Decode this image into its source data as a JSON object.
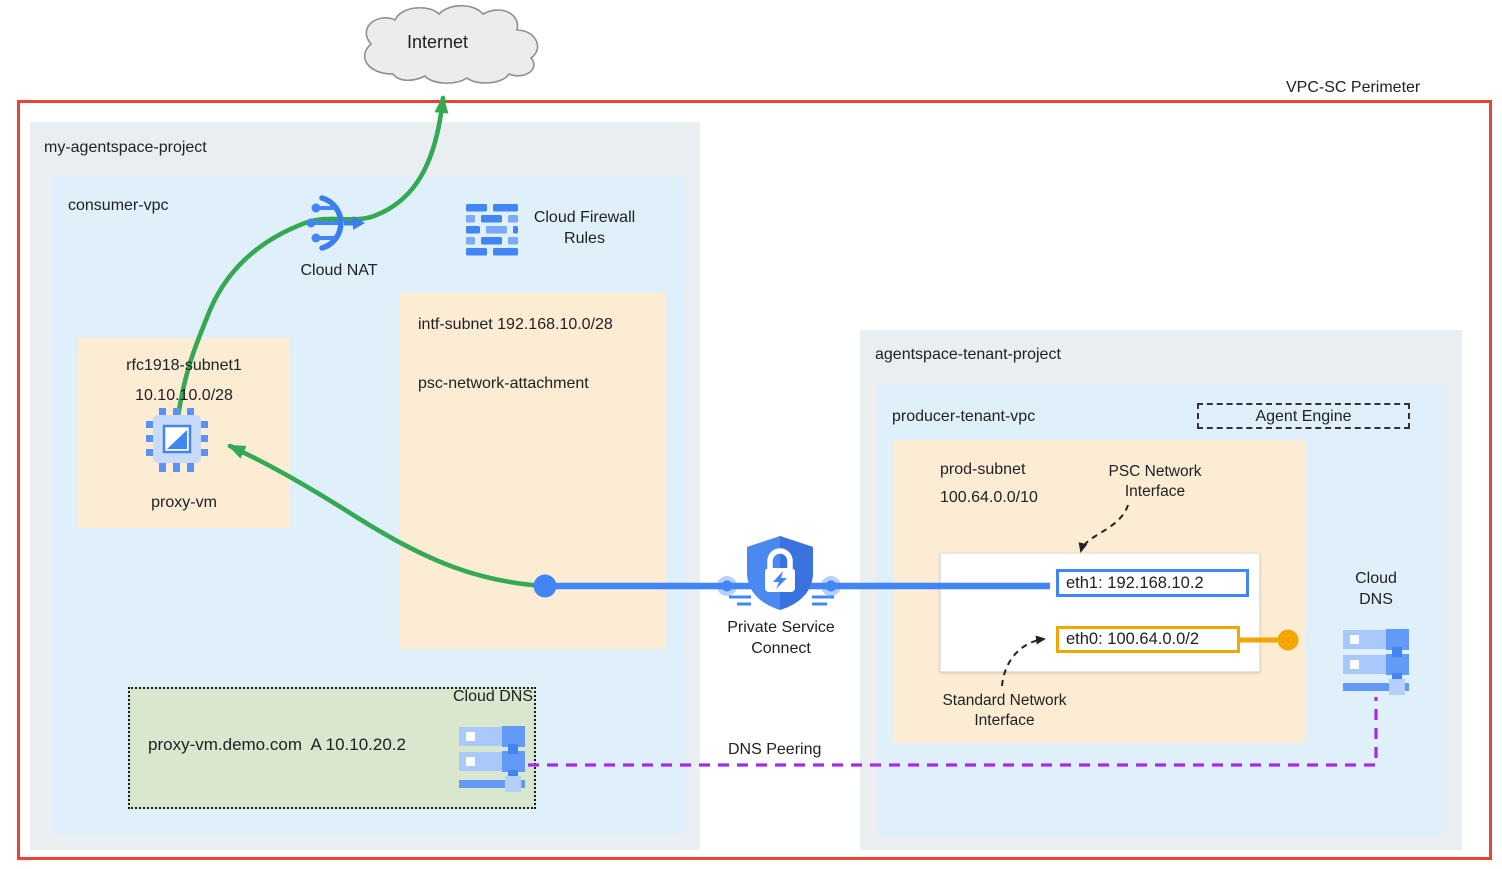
{
  "perimeter": {
    "label": "VPC-SC Perimeter"
  },
  "internet": {
    "label": "Internet"
  },
  "consumer_project": {
    "title": "my-agentspace-project",
    "vpc_title": "consumer-vpc",
    "cloud_nat_label": "Cloud NAT",
    "firewall_label": "Cloud Firewall Rules",
    "intf_subnet": {
      "name": "intf-subnet 192.168.10.0/28",
      "attachment": "psc-network-attachment"
    },
    "rfc_subnet": {
      "name": "rfc1918-subnet1",
      "cidr": "10.10.10.0/28",
      "vm": "proxy-vm"
    },
    "dns_zone": {
      "record": "proxy-vm.demo.com  A 10.10.20.2",
      "service": "Cloud DNS"
    }
  },
  "psc_label": "Private Service Connect",
  "dns_peering_label": "DNS Peering",
  "tenant_project": {
    "title": "agentspace-tenant-project",
    "vpc_title": "producer-tenant-vpc",
    "agent_engine_label": "Agent Engine",
    "prod_subnet": {
      "name": "prod-subnet",
      "cidr": "100.64.0.0/10"
    },
    "psc_interface_label": "PSC Network Interface",
    "standard_interface_label": "Standard Network Interface",
    "eth1": "eth1: 192.168.10.2",
    "eth0": "eth0: 100.64.0.0/2",
    "dns_service": "Cloud DNS"
  },
  "icons": {
    "internet": "cloud-shape",
    "cloud_nat": "nat-gateway-icon",
    "firewall": "firewall-rules-icon",
    "proxy_vm": "compute-engine-chip-icon",
    "psc": "shield-lock-bolt-icon",
    "cloud_dns": "dns-server-stack-icon"
  },
  "colors": {
    "perimeter_red": "#ea4335",
    "flow_green": "#34a853",
    "psc_blue": "#4285f4",
    "standard_yellow": "#f2a600",
    "dns_peering_purple": "#a32af2",
    "project_gray": "#ebeef1",
    "vpc_blue": "#dff0fa",
    "subnet_peach": "#fcecd4",
    "dns_zone_green": "#d9e7cf"
  }
}
